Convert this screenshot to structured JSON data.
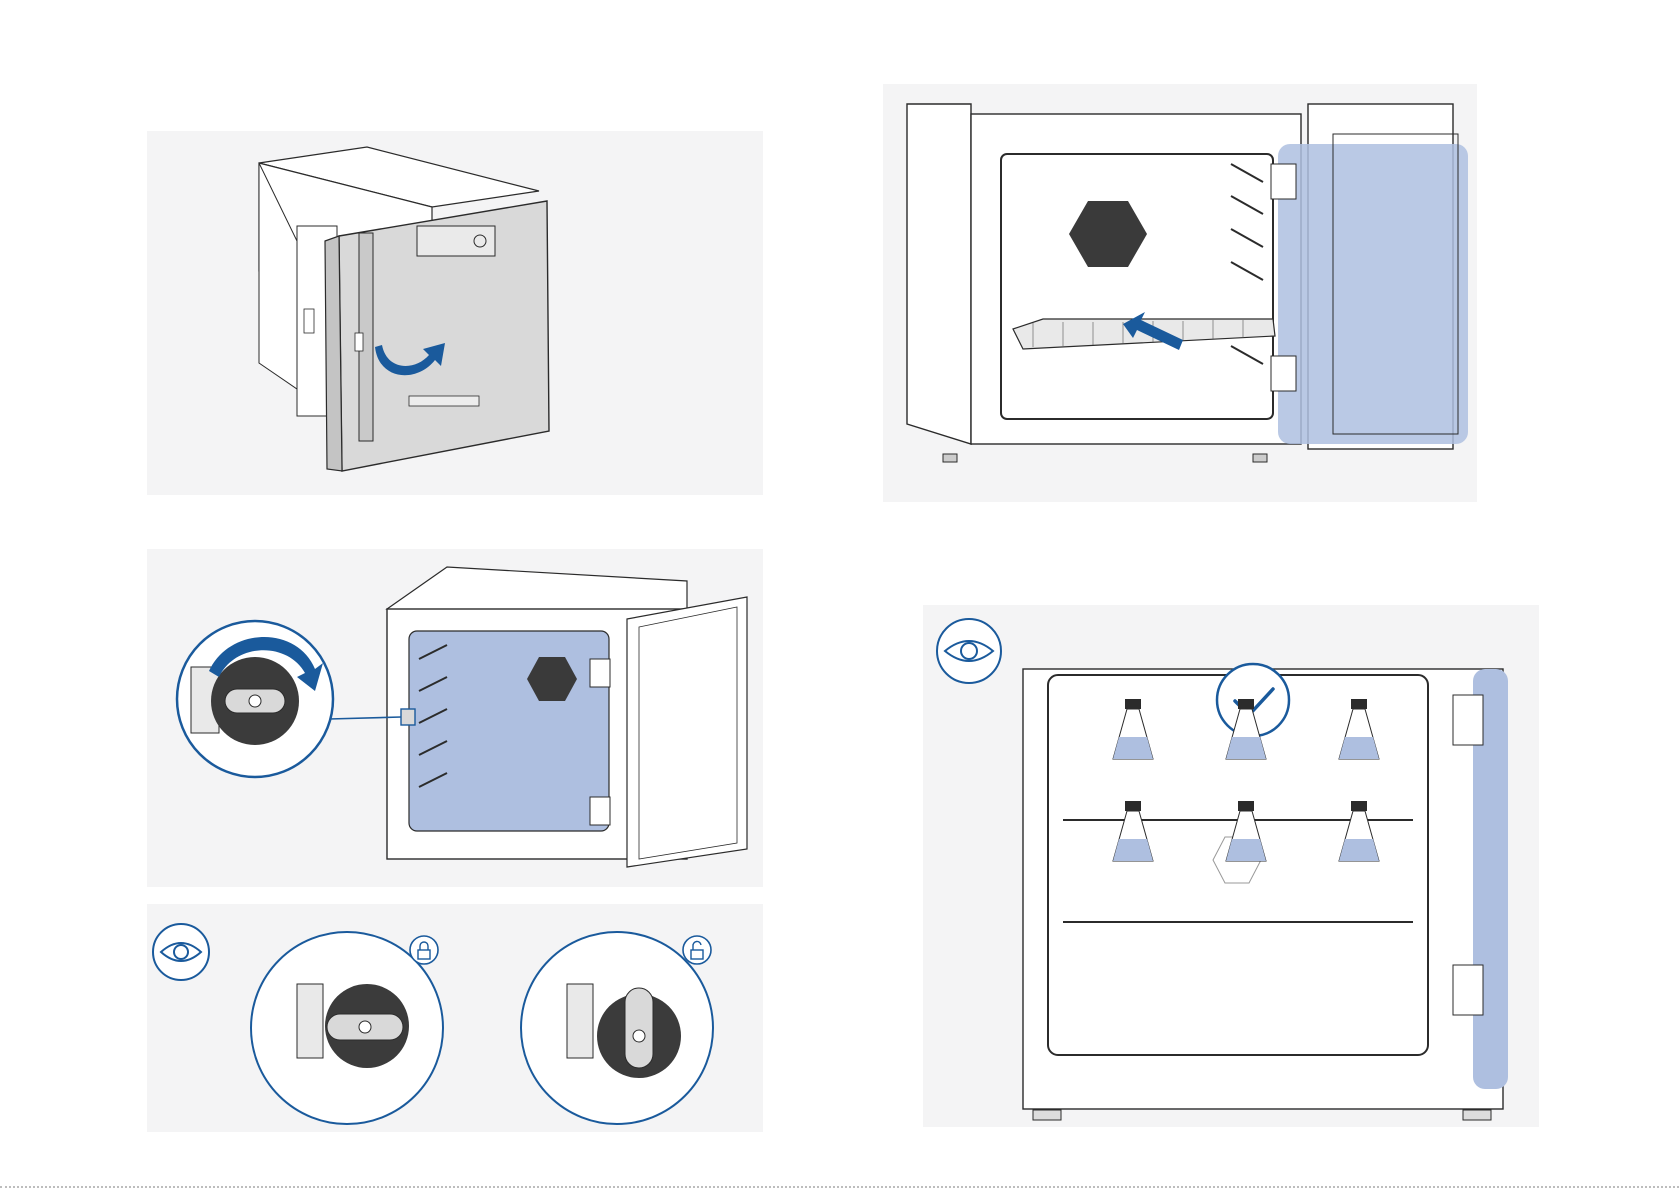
{
  "colors": {
    "panel_bg": "#f4f4f5",
    "accent_blue": "#1a5a9c",
    "highlight_blue": "#aebfe0",
    "line_dark": "#2b2b2b",
    "door_grey": "#d9d9d9"
  },
  "panels": [
    {
      "id": "step-open-door",
      "icons": [
        "incubator",
        "door-open-arrow-icon"
      ]
    },
    {
      "id": "step-insert-shelf",
      "icons": [
        "incubator-open",
        "shelf-insert-arrow-icon"
      ]
    },
    {
      "id": "step-turn-latch",
      "icons": [
        "latch-zoom",
        "rotate-arrow-icon"
      ]
    },
    {
      "id": "check-latch-state",
      "icons": [
        "eye-icon",
        "lock-closed-icon",
        "lock-open-icon"
      ]
    },
    {
      "id": "check-loading",
      "icons": [
        "eye-icon",
        "checkmark-icon",
        "flask-icon"
      ]
    }
  ],
  "flasks": {
    "rows": 2,
    "per_row": 3
  }
}
